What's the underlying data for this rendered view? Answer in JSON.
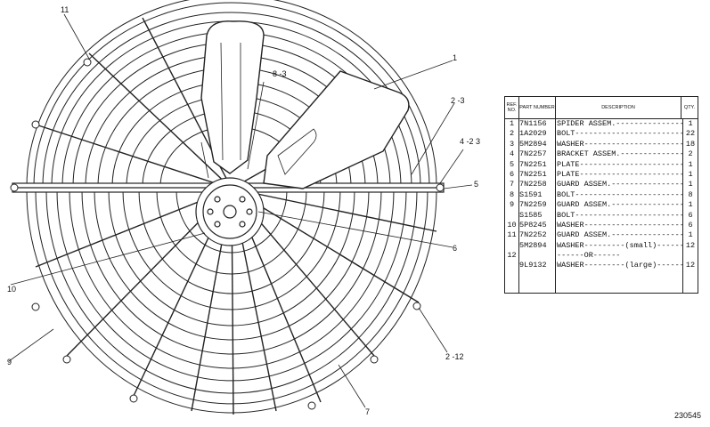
{
  "callouts": {
    "c11": "11",
    "c8_3": "8 -3",
    "c1": "1",
    "c2_3": "2 -3",
    "c4_2_3": "4 -2  3",
    "c5": "5",
    "c6": "6",
    "c10": "10",
    "c9": "9",
    "c2_12": "2 -12",
    "c7": "7"
  },
  "table": {
    "headers": {
      "ref": "REF. NO.",
      "part": "PART NUMBER",
      "desc": "DESCRIPTION",
      "qty": "QTY."
    },
    "rows": [
      {
        "ref": "1",
        "part": "7N1156",
        "desc": "SPIDER ASSEM.---------------",
        "qty": "1"
      },
      {
        "ref": "2",
        "part": "1A2029",
        "desc": "BOLT-------------------------",
        "qty": "22"
      },
      {
        "ref": "3",
        "part": "5M2894",
        "desc": "WASHER-----------------------",
        "qty": "18"
      },
      {
        "ref": "4",
        "part": "7N2257",
        "desc": "BRACKET ASSEM.---------------",
        "qty": "2"
      },
      {
        "ref": "5",
        "part": "7N2251",
        "desc": "PLATE------------------------",
        "qty": "1"
      },
      {
        "ref": "6",
        "part": "7N2251",
        "desc": "PLATE------------------------",
        "qty": "1"
      },
      {
        "ref": "7",
        "part": "7N2258",
        "desc": "GUARD ASSEM.-----------------",
        "qty": "1"
      },
      {
        "ref": "8",
        "part": "S1591",
        "desc": "BOLT-------------------------",
        "qty": "8"
      },
      {
        "ref": "9",
        "part": "7N2259",
        "desc": "GUARD ASSEM.-----------------",
        "qty": "1"
      },
      {
        "ref": "",
        "part": "S1585",
        "desc": "BOLT-------------------------",
        "qty": "6"
      },
      {
        "ref": "10",
        "part": "5P8245",
        "desc": "WASHER-----------------------",
        "qty": "6"
      },
      {
        "ref": "11",
        "part": "7N2252",
        "desc": "GUARD ASSEM.-----------------",
        "qty": "1"
      },
      {
        "ref": "",
        "part": "5M2894",
        "desc": "WASHER---------(small)-------",
        "qty": "12"
      },
      {
        "ref": "12",
        "part": "",
        "desc": "------OR------",
        "qty": ""
      },
      {
        "ref": "",
        "part": "9L9132",
        "desc": "WASHER---------(large)-------",
        "qty": "12"
      }
    ]
  },
  "drawing_number": "230545"
}
